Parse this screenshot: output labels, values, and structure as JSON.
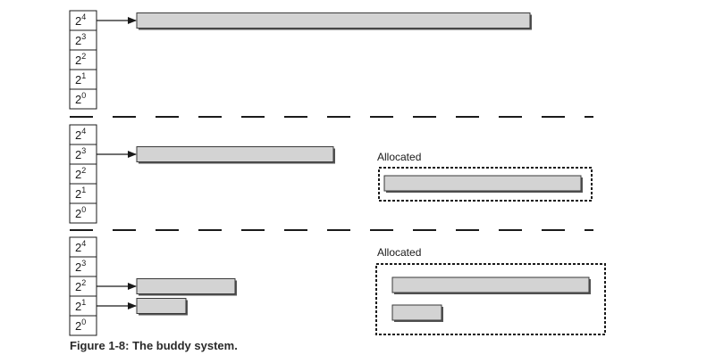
{
  "caption": "Figure 1-8: The buddy system.",
  "size_classes": [
    {
      "base": "2",
      "exp": "4"
    },
    {
      "base": "2",
      "exp": "3"
    },
    {
      "base": "2",
      "exp": "2"
    },
    {
      "base": "2",
      "exp": "1"
    },
    {
      "base": "2",
      "exp": "0"
    }
  ],
  "panels": [
    {
      "free_blocks": [
        {
          "order": 4
        }
      ],
      "allocated_label": "",
      "allocated_blocks": []
    },
    {
      "free_blocks": [
        {
          "order": 3
        }
      ],
      "allocated_label": "Allocated",
      "allocated_blocks": [
        {
          "order": 3
        }
      ]
    },
    {
      "free_blocks": [
        {
          "order": 2
        },
        {
          "order": 1
        }
      ],
      "allocated_label": "Allocated",
      "allocated_blocks": [
        {
          "order": 3
        },
        {
          "order": 1
        }
      ]
    }
  ],
  "colors": {
    "block_fill": "#d3d3d3",
    "block_stroke": "#3a3a3a",
    "block_shadow": "#555555",
    "line": "#1a1a1a"
  }
}
